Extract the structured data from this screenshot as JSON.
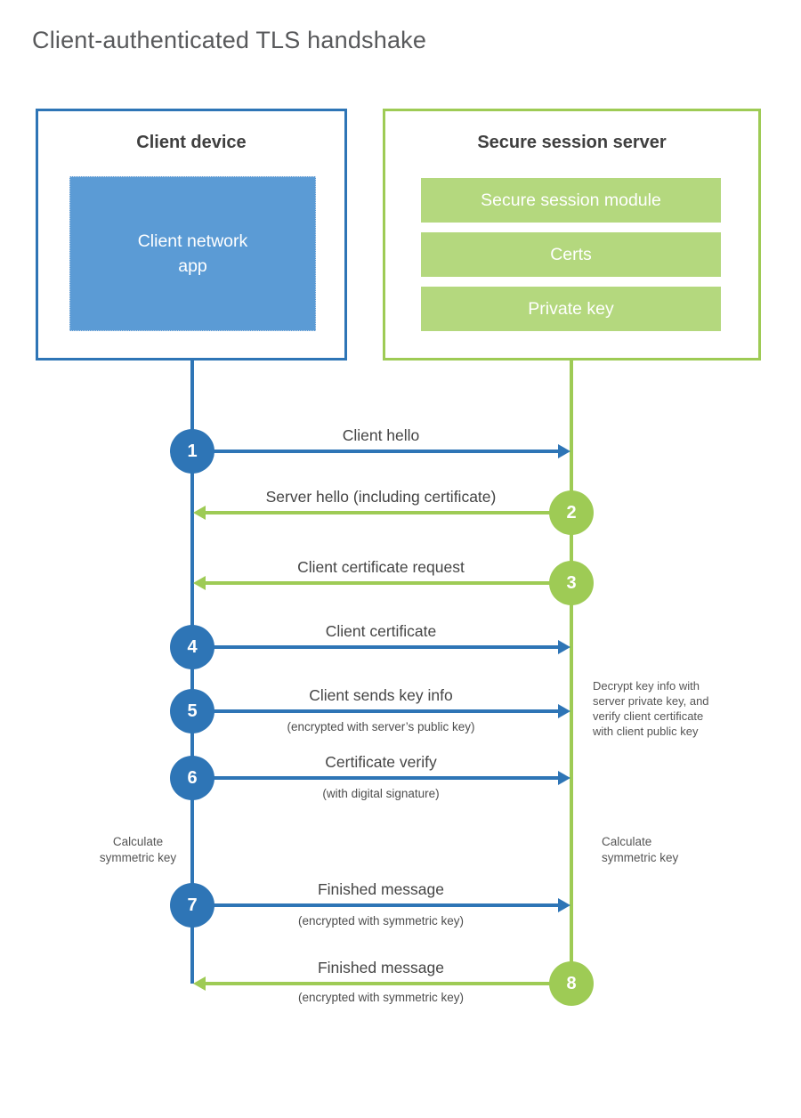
{
  "title": "Client-authenticated TLS handshake",
  "colors": {
    "blue": "#2e75b6",
    "blue_light": "#5b9bd5",
    "green": "#9ecb55",
    "green_light": "#b4d87e",
    "ink": "#3f3f3f",
    "muted": "#555555"
  },
  "client_box": {
    "title": "Client device",
    "app_label": "Client network\napp"
  },
  "server_box": {
    "title": "Secure session server",
    "modules": [
      "Secure session module",
      "Certs",
      "Private key"
    ]
  },
  "steps": [
    {
      "num": "1",
      "direction": "client-to-server",
      "label": "Client hello",
      "sublabel": ""
    },
    {
      "num": "2",
      "direction": "server-to-client",
      "label": "Server hello (including certificate)",
      "sublabel": ""
    },
    {
      "num": "3",
      "direction": "server-to-client",
      "label": "Client certificate request",
      "sublabel": ""
    },
    {
      "num": "4",
      "direction": "client-to-server",
      "label": "Client certificate",
      "sublabel": ""
    },
    {
      "num": "5",
      "direction": "client-to-server",
      "label": "Client sends key info",
      "sublabel": "(encrypted with server’s public key)"
    },
    {
      "num": "6",
      "direction": "client-to-server",
      "label": "Certificate verify",
      "sublabel": "(with digital signature)"
    },
    {
      "num": "7",
      "direction": "client-to-server",
      "label": "Finished message",
      "sublabel": "(encrypted with symmetric key)"
    },
    {
      "num": "8",
      "direction": "server-to-client",
      "label": "Finished message",
      "sublabel": "(encrypted with symmetric key)"
    }
  ],
  "annotations": {
    "server_note": "Decrypt key info with\nserver private key, and\nverify client certificate\nwith client public key",
    "client_calc": "Calculate\nsymmetric key",
    "server_calc": "Calculate\nsymmetric key"
  }
}
